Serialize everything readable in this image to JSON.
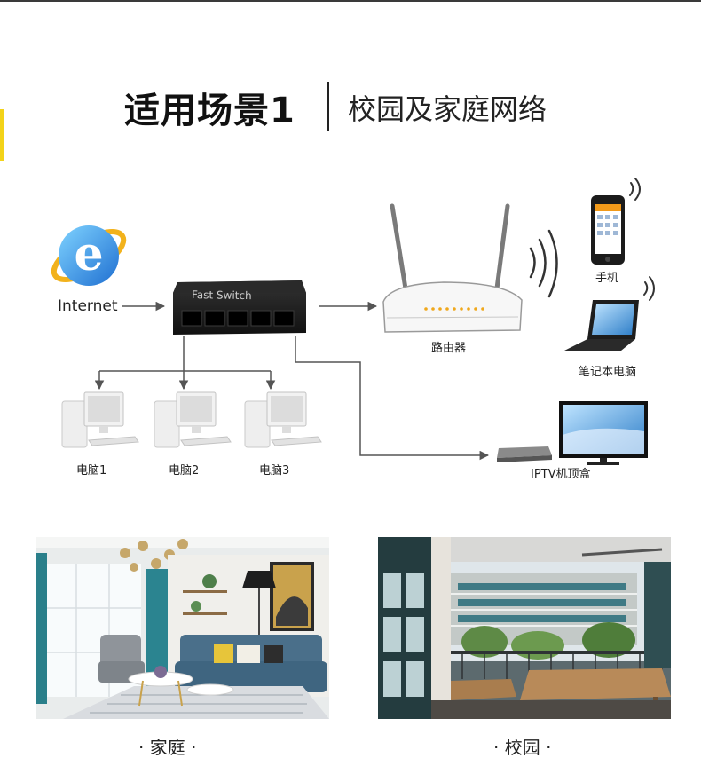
{
  "header": {
    "title": "适用场景1",
    "subtitle": "校园及家庭网络"
  },
  "diagram": {
    "internet_label": "Internet",
    "switch_label": "Fast Switch",
    "router_label": "路由器",
    "phone_label": "手机",
    "laptop_label": "笔记本电脑",
    "pc_labels": [
      "电脑1",
      "电脑2",
      "电脑3"
    ],
    "iptv_label": "IPTV机顶盒"
  },
  "photos": {
    "home_caption": "· 家庭 ·",
    "campus_caption": "· 校园 ·"
  },
  "colors": {
    "accent": "#f3d319",
    "line": "#555555"
  }
}
